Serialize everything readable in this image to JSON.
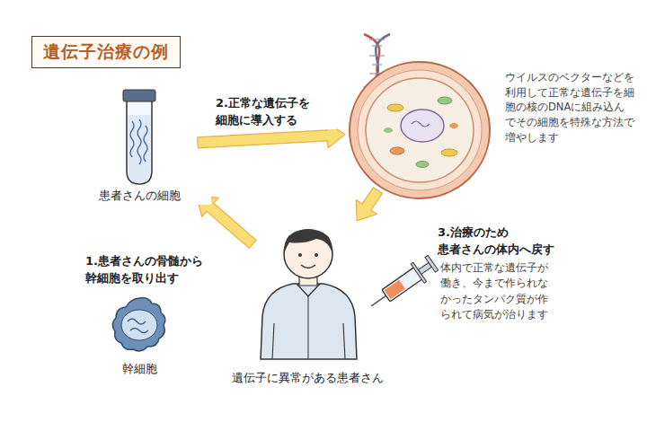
{
  "diagram": {
    "title": "遺伝子治療の例",
    "nodes": [
      {
        "text": [
          "患者さんの細胞"
        ]
      },
      {
        "text": [
          "ウイルスのベクターなどを利用して正常な遺伝子を細胞の核のDNAに組み込んでその細胞を特殊な方法で増やします"
        ]
      },
      {
        "text": [
          "遺伝子に異常がある患者さん"
        ]
      },
      {
        "text": [
          "幹細胞"
        ]
      }
    ],
    "edges": [
      {
        "from": 0,
        "to": 1,
        "arrow": "to",
        "label": "2.正常な遺伝子を 細胞に導入する"
      },
      {
        "from": 1,
        "to": 2,
        "arrow": "to"
      },
      {
        "from": 2,
        "to": 0,
        "arrow": "to",
        "label": "1.患者さんの骨髄から 幹細胞を取り出す"
      }
    ],
    "labels": [
      "3.治療のため 患者さんの体内へ戻す",
      "体内で正常な遺伝子が働き、今まで作られなかったタンパク質が作られて病気が治ります"
    ]
  }
}
